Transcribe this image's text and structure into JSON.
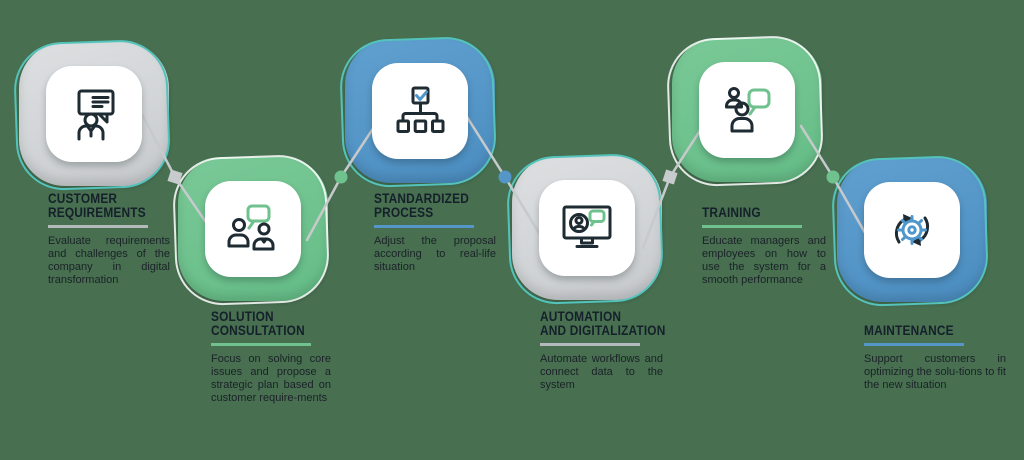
{
  "colors": {
    "background": "#476F50",
    "outline_teal": "#54C3BC",
    "card_gray": "#D2D5D7",
    "card_green": "#6FC28E",
    "card_blue": "#5596C8",
    "connector_line": "#C7CACC",
    "text": "#1B2228"
  },
  "steps": [
    {
      "title": "CUSTOMER\nREQUIREMENTS",
      "description": "Evaluate requirements and challenges of the company in digital transformation",
      "variant": "gray",
      "accent": "#B4B9BC",
      "icon": "customer-feedback-icon"
    },
    {
      "title": "SOLUTION\nCONSULTATION",
      "description": "Focus on solving core issues and propose a strategic plan based on customer require-ments",
      "variant": "green",
      "accent": "#6FC28E",
      "icon": "consultation-icon"
    },
    {
      "title": "STANDARDIZED\nPROCESS",
      "description": "Adjust the proposal according to real-life situation",
      "variant": "blue",
      "accent": "#5596C8",
      "icon": "process-flowchart-icon"
    },
    {
      "title": "AUTOMATION\nAND DIGITALIZATION",
      "description": "Automate workflows and connect data to the system",
      "variant": "gray",
      "accent": "#B4B9BC",
      "icon": "automation-monitor-icon"
    },
    {
      "title": "TRAINING",
      "description": "Educate managers and employees on how to use the system for a smooth performance",
      "variant": "green",
      "accent": "#6FC28E",
      "icon": "training-icon"
    },
    {
      "title": "MAINTENANCE",
      "description": "Support customers in optimizing the solu-tions to fit the new situation",
      "variant": "blue",
      "accent": "#5596C8",
      "icon": "maintenance-gear-icon"
    }
  ],
  "dots": [
    {
      "shape": "square",
      "color": "#C7CBCE"
    },
    {
      "shape": "circle",
      "color": "#6FC28E"
    },
    {
      "shape": "circle",
      "color": "#5596C8"
    },
    {
      "shape": "square",
      "color": "#C7CBCE"
    },
    {
      "shape": "circle",
      "color": "#6FC28E"
    }
  ]
}
